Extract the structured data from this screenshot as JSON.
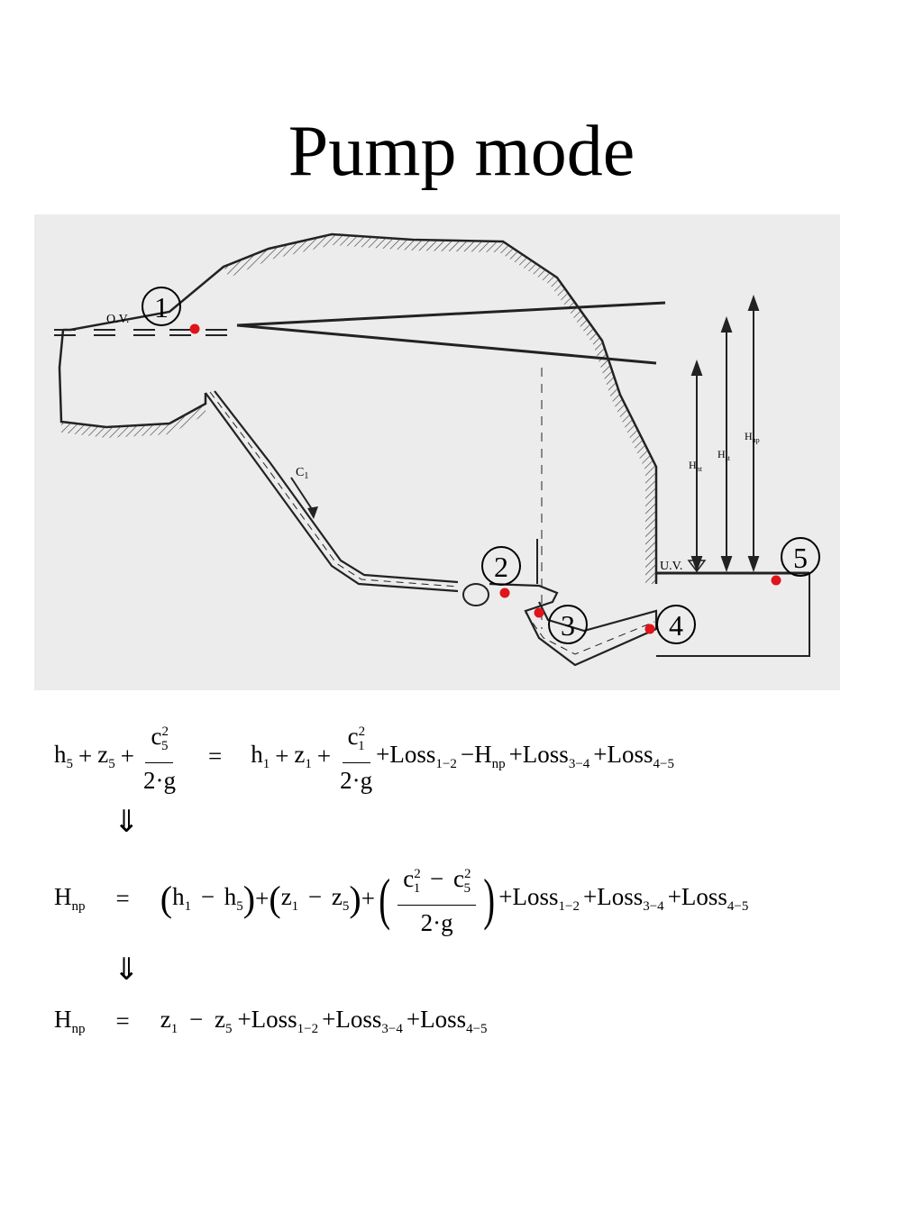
{
  "title": "Pump mode",
  "diagram": {
    "markers": [
      "1",
      "2",
      "3",
      "4",
      "5"
    ],
    "labels": {
      "upper_reservoir": "O.V.",
      "lower_reservoir": "U.V.",
      "velocity": "C",
      "velocity_sub": "1",
      "H_np": "H",
      "H_np_sub": "np",
      "H_st": "H",
      "H_st_sub": "st",
      "H_nt": "H",
      "H_nt_sub": "nt"
    },
    "colors": {
      "marker_dot": "#e0141b",
      "background": "#ececec",
      "ink": "#222222"
    }
  },
  "equations": {
    "eq1": {
      "lhs": [
        "h",
        "5",
        "+",
        "z",
        "5",
        "+"
      ],
      "frac_lhs_num": "c",
      "frac_lhs_num_sup": "2",
      "frac_lhs_num_sub": "5",
      "frac_den": "2·g",
      "equals": "=",
      "rhs_a": [
        "h",
        "1",
        "+",
        "z",
        "1",
        "+"
      ],
      "frac_rhs_num": "c",
      "frac_rhs_num_sup": "2",
      "frac_rhs_num_sub": "1",
      "rhs_b": "+Loss",
      "rhs_b_sub": "1−2",
      "rhs_c": "−H",
      "rhs_c_sub": "np",
      "rhs_d": "+Loss",
      "rhs_d_sub": "3−4",
      "rhs_e": "+Loss",
      "rhs_e_sub": "4−5"
    },
    "arrow": "⇓",
    "eq2": {
      "lhs": "H",
      "lhs_sub": "np",
      "equals": "=",
      "t1a": "h",
      "t1a_sub": "1",
      "t1op": "−",
      "t1b": "h",
      "t1b_sub": "5",
      "t2a": "z",
      "t2a_sub": "1",
      "t2op": "−",
      "t2b": "z",
      "t2b_sub": "5",
      "frac_num_a": "c",
      "frac_num_a_sup": "2",
      "frac_num_a_sub": "1",
      "frac_num_op": "−",
      "frac_num_b": "c",
      "frac_num_b_sup": "2",
      "frac_num_b_sub": "5",
      "frac_den": "2·g",
      "l1": "+Loss",
      "l1_sub": "1−2",
      "l2": "+Loss",
      "l2_sub": "3−4",
      "l3": "+Loss",
      "l3_sub": "4−5"
    },
    "eq3": {
      "lhs": "H",
      "lhs_sub": "np",
      "equals": "=",
      "z1": "z",
      "z1_sub": "1",
      "op": "−",
      "z5": "z",
      "z5_sub": "5",
      "l1": "+Loss",
      "l1_sub": "1−2",
      "l2": "+Loss",
      "l2_sub": "3−4",
      "l3": "+Loss",
      "l3_sub": "4−5"
    }
  }
}
